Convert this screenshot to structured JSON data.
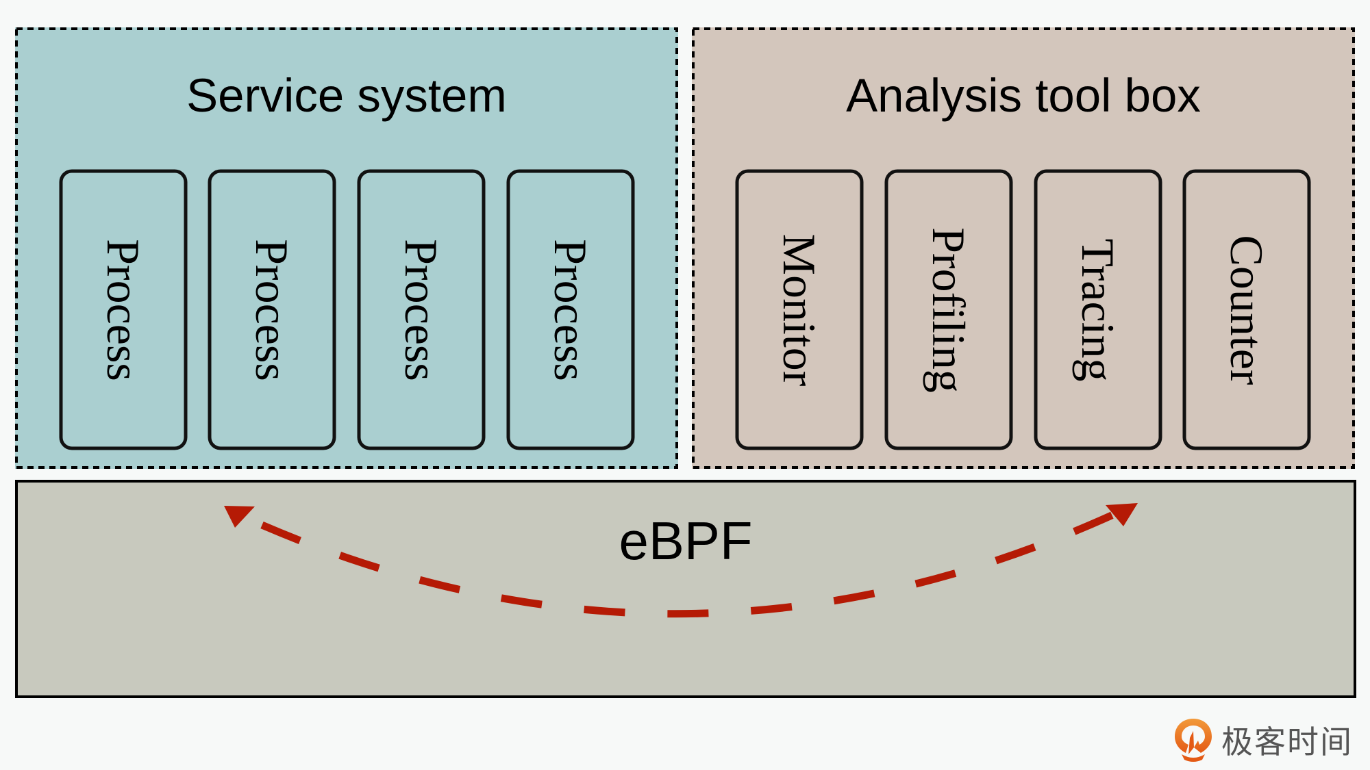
{
  "service_system": {
    "title": "Service system",
    "fill": "#aacfd0",
    "items": [
      {
        "label": "Process"
      },
      {
        "label": "Process"
      },
      {
        "label": "Process"
      },
      {
        "label": "Process"
      }
    ]
  },
  "analysis_toolbox": {
    "title": "Analysis tool box",
    "fill": "#d3c6bc",
    "items": [
      {
        "label": "Monitor"
      },
      {
        "label": "Profiling"
      },
      {
        "label": "Tracing"
      },
      {
        "label": "Counter"
      }
    ]
  },
  "ebpf": {
    "title": "eBPF",
    "fill": "#c8c9be",
    "arrow": {
      "style": "dashed-double-headed-curve",
      "color": "#b51a05",
      "from": "service_system",
      "to": "analysis_toolbox"
    }
  },
  "logo": {
    "icon": "geektime-logo-icon",
    "text": "极客时间",
    "icon_color": "#ee6a1c"
  }
}
